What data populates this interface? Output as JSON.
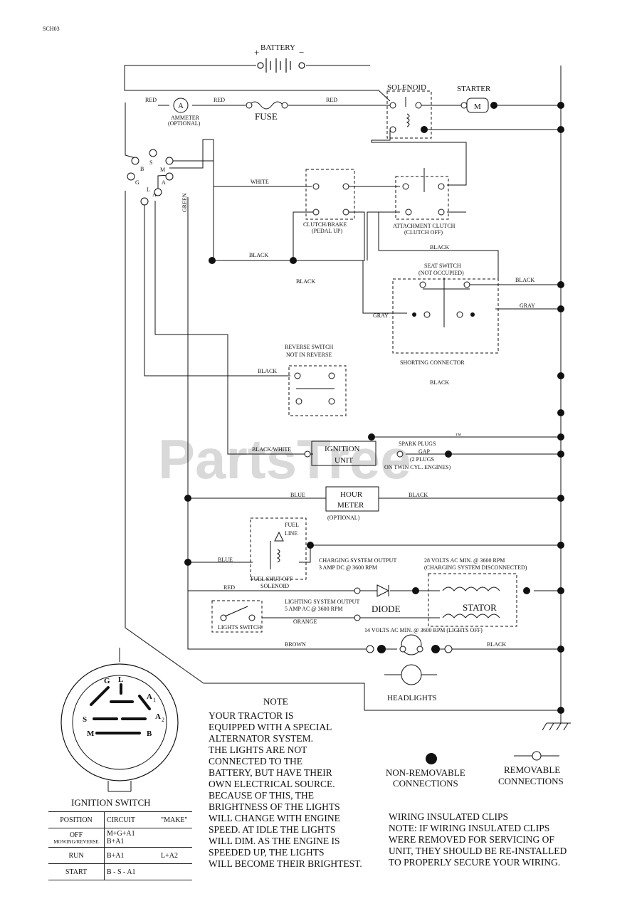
{
  "page_code": "SCH03",
  "watermark": "PartsTree",
  "watermark_tm": "™",
  "components": {
    "battery": "BATTERY",
    "solenoid": "SOLENOID",
    "starter": "STARTER",
    "motor_m": "M",
    "ammeter_a": "A",
    "ammeter": "AMMETER",
    "ammeter_opt": "(OPTIONAL)",
    "fuse": "FUSE",
    "clutch_brake": "CLUTCH/BRAKE",
    "clutch_brake_sub": "(PEDAL UP)",
    "attachment_clutch": "ATTACHMENT CLUTCH",
    "attachment_clutch_sub": "(CLUTCH OFF)",
    "seat_switch": "SEAT SWITCH",
    "seat_switch_sub": "(NOT OCCUPIED)",
    "shorting_connector": "SHORTING CONNECTOR",
    "reverse_switch": "REVERSE SWITCH",
    "reverse_switch_sub": "NOT IN REVERSE",
    "ignition_unit_1": "IGNITION",
    "ignition_unit_2": "UNIT",
    "spark_plugs_1": "SPARK PLUGS",
    "spark_plugs_2": "GAP",
    "spark_plugs_3": "(2 PLUGS",
    "spark_plugs_4": "ON TWIN CYL. ENGINES)",
    "hour_meter_1": "HOUR",
    "hour_meter_2": "METER",
    "hour_meter_opt": "(OPTIONAL)",
    "fuel_line_1": "FUEL",
    "fuel_line_2": "LINE",
    "fuel_solenoid_1": "FUEL SHUT-OFF",
    "fuel_solenoid_2": "SOLENOID",
    "charging_output_1": "CHARGING SYSTEM OUTPUT",
    "charging_output_2": "3 AMP DC @ 3600 RPM",
    "volts28_1": "28 VOLTS AC MIN. @ 3600 RPM",
    "volts28_2": "(CHARGING SYSTEM DISCONNECTED)",
    "diode": "DIODE",
    "stator": "STATOR",
    "lighting_output_1": "LIGHTING SYSTEM OUTPUT",
    "lighting_output_2": "5 AMP AC @ 3600 RPM",
    "volts14": "14 VOLTS AC MIN. @ 3600 RPM (LIGHTS OFF)",
    "light_switch": "LIGHTS SWITCH",
    "headlights": "HEADLIGHTS",
    "ignition_switch": "IGNITION SWITCH"
  },
  "ignition_terminals": {
    "b": "B",
    "s": "S",
    "m": "M",
    "g": "G",
    "l": "L",
    "a1": "A",
    "a2": "A"
  },
  "ignition_switch_diagram": {
    "g": "G",
    "l": "L",
    "a1": "A",
    "a1_sub": "1",
    "s": "S",
    "a2": "A",
    "a2_sub": "2",
    "m": "M",
    "b": "B"
  },
  "wires": {
    "red1": "RED",
    "red2": "RED",
    "red3": "RED",
    "red4": "RED",
    "white": "WHITE",
    "black1": "BLACK",
    "black2": "BLACK",
    "black3": "BLACK",
    "black4": "BLACK",
    "black5": "BLACK",
    "black6": "BLACK",
    "black7": "BLACK",
    "black8": "BLACK",
    "gray1": "GRAY",
    "gray2": "GRAY",
    "black_white": "BLACK/WHITE",
    "blue1": "BLUE",
    "blue2": "BLUE",
    "orange": "ORANGE",
    "brown": "BROWN",
    "green": "GREEN"
  },
  "legend": {
    "non_removable_1": "NON-REMOVABLE",
    "non_removable_2": "CONNECTIONS",
    "removable_1": "REMOVABLE",
    "removable_2": "CONNECTIONS"
  },
  "note": {
    "title": "NOTE",
    "lines": [
      "YOUR TRACTOR IS",
      "EQUIPPED WITH A SPECIAL",
      "ALTERNATOR SYSTEM.",
      "THE LIGHTS ARE NOT",
      "CONNECTED TO THE",
      "BATTERY, BUT HAVE THEIR",
      "OWN ELECTRICAL SOURCE.",
      "BECAUSE OF THIS, THE",
      "BRIGHTNESS OF THE LIGHTS",
      "WILL CHANGE WITH ENGINE",
      "SPEED.  AT IDLE THE LIGHTS",
      "WILL DIM.  AS THE ENGINE IS",
      "SPEEDED UP, THE LIGHTS",
      "WILL BECOME THEIR BRIGHTEST."
    ]
  },
  "clips_note": {
    "lines": [
      "WIRING INSULATED CLIPS",
      "NOTE: IF WIRING INSULATED CLIPS",
      "WERE REMOVED FOR SERVICING OF",
      "UNIT, THEY SHOULD BE RE-INSTALLED",
      "TO PROPERLY SECURE YOUR WIRING."
    ]
  },
  "position_table": {
    "headers": [
      "POSITION",
      "CIRCUIT",
      "\"MAKE\""
    ],
    "rows": [
      {
        "pos": "OFF",
        "pos_sub": "MOWING/REVERSE",
        "c1": "M+G+A1",
        "c2": "",
        "c2b": "B+A1"
      },
      {
        "pos": "RUN",
        "pos_sub": "",
        "c1": "B+A1",
        "c2": "L+A2",
        "c2b": ""
      },
      {
        "pos": "START",
        "pos_sub": "",
        "c1": "B - S - A1",
        "c2": "",
        "c2b": ""
      }
    ]
  }
}
